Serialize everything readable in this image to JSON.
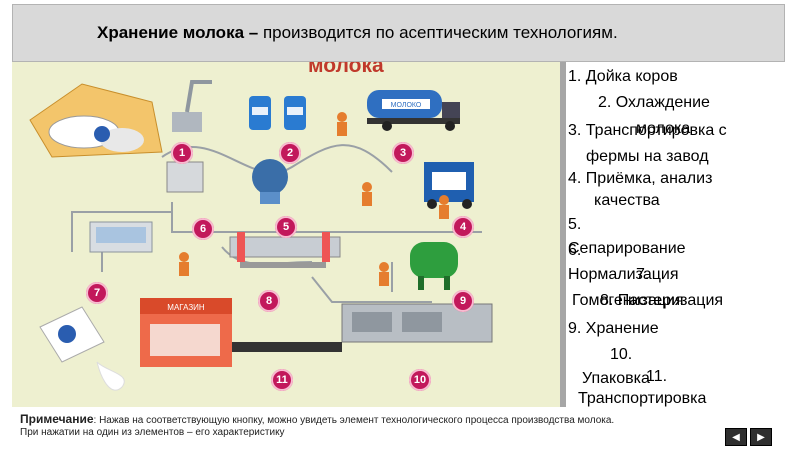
{
  "header": {
    "title_bold": "Хранение молока –",
    "title_rest": " производится по асептическим технологиям."
  },
  "scene": {
    "heading": "молока",
    "tank_label": "МОЛОКО",
    "shop_label": "МАГАЗИН",
    "buttons": [
      "1",
      "2",
      "3",
      "4",
      "5",
      "6",
      "7",
      "8",
      "9",
      "10",
      "11"
    ]
  },
  "steps": [
    "1. Дойка коров",
    "2. Охлаждение",
    "молока",
    "3. Транспортировка с",
    "фермы на завод",
    "4. Приёмка, анализ",
    "качества",
    "5.",
    "Сепарирование",
    "6.",
    "Нормализация",
    "7.",
    "Гомогенизация",
    "8. Пастеризация",
    "9. Хранение",
    "10.",
    "Упаковка",
    "11.",
    "Транспортировка"
  ],
  "note": {
    "label": "Примечание",
    "text": ": Нажав на соответствующую кнопку, можно увидеть элемент технологического процесса производства молока.",
    "text2": "При нажатии на один из элементов – его характеристику"
  },
  "nav": {
    "prev": "◀",
    "next": "▶"
  },
  "colors": {
    "button": "#c2185b",
    "stage_bg": "#eef0d0",
    "title_bg": "#d9d9d9"
  }
}
